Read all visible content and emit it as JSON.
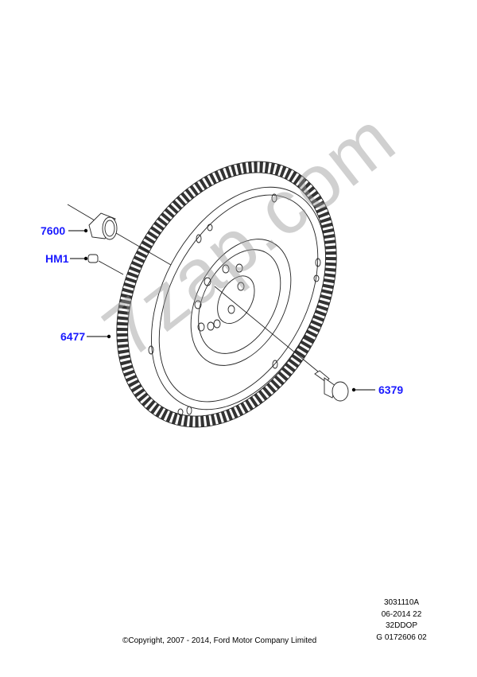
{
  "callouts": [
    {
      "id": "7600",
      "label": "7600"
    },
    {
      "id": "HM1",
      "label": "HM1"
    },
    {
      "id": "6477",
      "label": "6477"
    },
    {
      "id": "6379",
      "label": "6379"
    }
  ],
  "footer": {
    "copyright": "©Copyright, 2007 - 2014, Ford Motor Company Limited",
    "meta_lines": [
      "3031110A",
      "06-2014 22",
      "32DDOP",
      "G 0172606 02"
    ]
  },
  "watermark": "7zap.com",
  "colors": {
    "callout": "#1a1aff",
    "line": "#000000",
    "watermark": "#969696"
  }
}
